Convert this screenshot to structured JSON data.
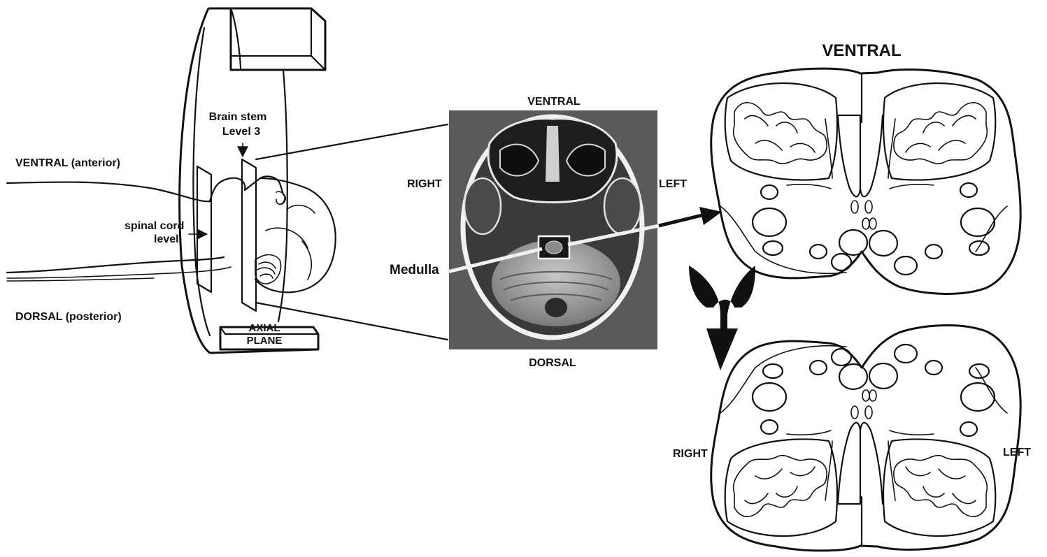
{
  "scanner": {
    "brain_stem_label": "Brain stem",
    "level_label": "Level 3",
    "ventral_anterior": "VENTRAL (anterior)",
    "dorsal_posterior": "DORSAL (posterior)",
    "spinal_cord_label": "spinal cord",
    "spinal_level_label": "level",
    "axial_label": "AXIAL",
    "plane_label": "PLANE"
  },
  "mri": {
    "top": "VENTRAL",
    "bottom": "DORSAL",
    "right": "RIGHT",
    "left": "LEFT",
    "medulla": "Medulla"
  },
  "section": {
    "top_title": "VENTRAL",
    "right_label": "RIGHT",
    "left_label": "LEFT"
  },
  "colors": {
    "ink": "#111111",
    "mri_background": "#5a5a5a",
    "paper": "#ffffff"
  }
}
